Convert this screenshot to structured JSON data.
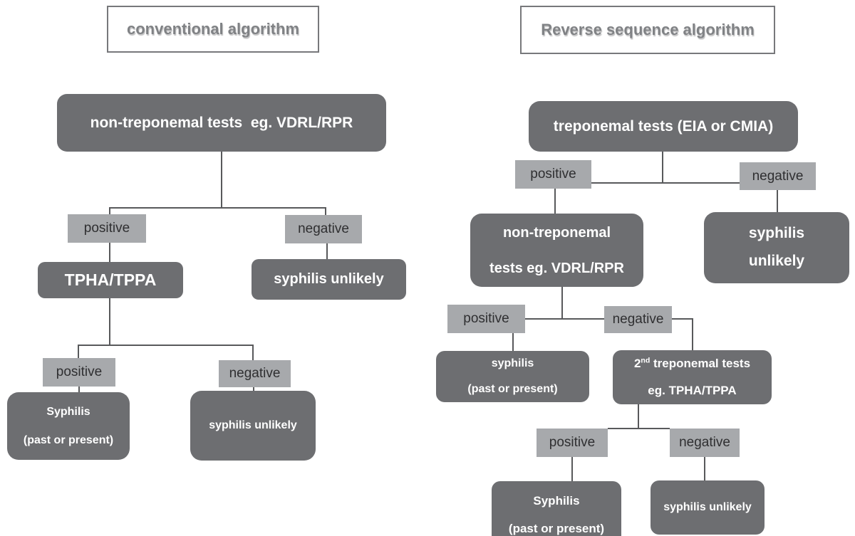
{
  "left": {
    "title": "conventional algorithm",
    "root": "non-treponemal tests  eg. VDRL/RPR",
    "level1": {
      "positive": "positive",
      "negative": "negative"
    },
    "tpha": "TPHA/TPPA",
    "unlikely1": "syphilis unlikely",
    "level2": {
      "positive": "positive",
      "negative": "negative"
    },
    "syphilis": "Syphilis\n(past or present)",
    "unlikely2": "syphilis unlikely"
  },
  "right": {
    "title": "Reverse sequence algorithm",
    "root": "treponemal tests (EIA or CMIA)",
    "level1": {
      "positive": "positive",
      "negative": "negative"
    },
    "nontrep": "non-treponemal\ntests eg. VDRL/RPR",
    "unlikely1": "syphilis\nunlikely",
    "level2": {
      "positive": "positive",
      "negative": "negative"
    },
    "syphilis1": "syphilis\n(past or present)",
    "second_trep": {
      "num": "2",
      "sup": "nd",
      "rest": " treponemal tests",
      "line2": "eg. TPHA/TPPA"
    },
    "level3": {
      "positive": "positive",
      "negative": "negative"
    },
    "syphilis2": "Syphilis\n(past or present)",
    "unlikely2": "syphilis unlikely"
  },
  "colors": {
    "dark_box": "#6d6e71",
    "light_box": "#a7a9ac",
    "line": "#58595b",
    "title_text": "#808285",
    "dark_box_text": "#ffffff",
    "light_box_text": "#2f2f31",
    "background": "#ffffff"
  }
}
